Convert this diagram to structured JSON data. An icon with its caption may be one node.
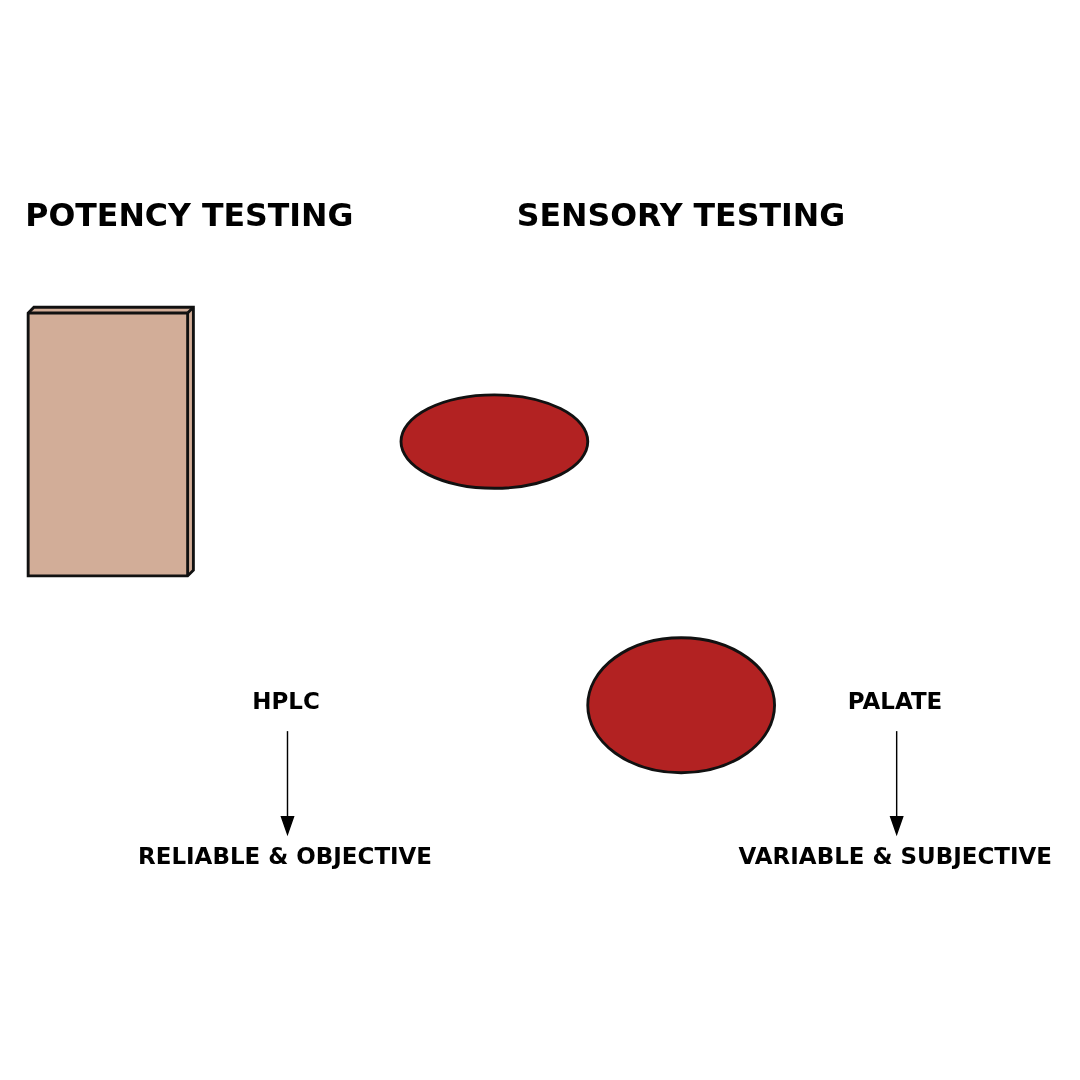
{
  "diagram": {
    "nodes": [
      {
        "text": [],
        "shape": "box"
      },
      {
        "text": [
          "HPLC"
        ]
      },
      {
        "text": [
          "RELIABLE & OBJECTIVE"
        ]
      },
      {
        "text": [],
        "shape": "ellipse"
      },
      {
        "text": [],
        "shape": "ellipse"
      },
      {
        "text": [
          "PALATE"
        ]
      },
      {
        "text": [
          "VARIABLE & SUBJECTIVE"
        ]
      }
    ],
    "edges": [
      {
        "from": 1,
        "to": 2,
        "arrow": "to"
      },
      {
        "from": 5,
        "to": 6,
        "arrow": "to"
      }
    ],
    "labels": [
      "POTENCY TESTING",
      "SENSORY TESTING"
    ]
  }
}
